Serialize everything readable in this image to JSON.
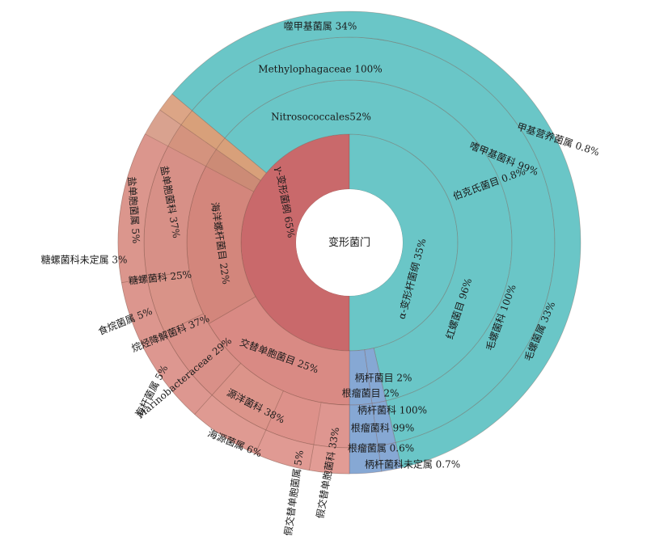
{
  "chart_data": {
    "type": "sunburst",
    "root": {
      "label": "变形菌门"
    },
    "ring1": [
      {
        "label": "γ-变形菌纲 65%",
        "start": 0.0,
        "end": 180.0,
        "color": "#c9696b"
      },
      {
        "label": "α-变形杆菌纲 35%",
        "start": 180.0,
        "end": 360.0,
        "color": "#6ac6c7"
      }
    ],
    "ring2": [
      {
        "label": "Nitrosococcales52%",
        "start": 0.0,
        "end": 125.0,
        "color": "#cc8b76"
      },
      {
        "label": "伯克氏菌目 0.8%",
        "start": 125.0,
        "end": 130.0,
        "color": "#d8a07a"
      },
      {
        "label": "红螺菌目 96%",
        "start": 130.0,
        "end": 347.0,
        "color": "#6ac6c7"
      },
      {
        "label": "柄杆菌目 2%",
        "start": 347.0,
        "end": 352.0,
        "color": "#86a8d4"
      },
      {
        "label": "根瘤菌目 2%",
        "start": 352.0,
        "end": 360.0,
        "color": "#86a8d4"
      },
      {
        "label": "交替单胞菌目 25%",
        "start": 0.0,
        "end": 60.0,
        "color": "#d98a84"
      },
      {
        "label": "海洋螺杆菌目 22%",
        "start": 60.0,
        "end": 118.0,
        "color": "#d3867c"
      }
    ],
    "ring3": [
      {
        "label": "Methylophagaceae 100%",
        "start": 0.0,
        "end": 125.0,
        "color": "#d4937e"
      },
      {
        "label": "嗜甲基菌科 99%",
        "start": 125.0,
        "end": 130.0,
        "color": "#d8a07a"
      },
      {
        "label": "毛螺菌科 100%",
        "start": 130.0,
        "end": 347.0,
        "color": "#6ac6c7"
      },
      {
        "label": "柄杆菌科 100%",
        "start": 347.0,
        "end": 352.0,
        "color": "#86a8d4"
      },
      {
        "label": "根瘤菌科 99%",
        "start": 352.0,
        "end": 360.0,
        "color": "#86a8d4"
      },
      {
        "label": "源洋菌科 38%",
        "start": 0.0,
        "end": 24.0,
        "color": "#dd918a"
      },
      {
        "label": "Marinobacteraceae 29%",
        "start": 24.0,
        "end": 42.0,
        "color": "#dc948a"
      },
      {
        "label": "烷烃降解菌科 37%",
        "start": 42.0,
        "end": 64.0,
        "color": "#d99088"
      },
      {
        "label": "糖螺菌科 25%",
        "start": 64.0,
        "end": 80.0,
        "color": "#d99388"
      },
      {
        "label": "盐单胞菌科 37%",
        "start": 80.0,
        "end": 118.0,
        "color": "#d79087"
      },
      {
        "label": "假交替单胞菌科 33%",
        "start": 0.0,
        "end": 10.0,
        "color": "#de9690"
      }
    ],
    "ring4": [
      {
        "label": "噬甲基菌属 34%",
        "start": 0.0,
        "end": 125.0,
        "color": "#d9a28f"
      },
      {
        "label": "甲基营养菌属 0.8%",
        "start": 125.0,
        "end": 130.0,
        "color": "#dca586"
      },
      {
        "label": "毛螺菌属 33%",
        "start": 130.0,
        "end": 347.0,
        "color": "#6ac6c7"
      },
      {
        "label": "柄杆菌科未定属 0.7%",
        "start": 347.0,
        "end": 352.0,
        "color": "#86a8d4"
      },
      {
        "label": "根瘤菌属 0.6%",
        "start": 352.0,
        "end": 360.0,
        "color": "#86a8d4"
      },
      {
        "label": "假交替单胞菌属 5%",
        "start": 0.0,
        "end": 10.0,
        "color": "#e29c95"
      },
      {
        "label": "海源菌属 6%",
        "start": 10.0,
        "end": 24.0,
        "color": "#e09a93"
      },
      {
        "label": "海杆菌属 5%",
        "start": 24.0,
        "end": 42.0,
        "color": "#df9a92"
      },
      {
        "label": "食烷菌属 5%",
        "start": 42.0,
        "end": 64.0,
        "color": "#dd9790"
      },
      {
        "label": "糖螺菌科未定属 3%",
        "start": 64.0,
        "end": 80.0,
        "color": "#dc968e"
      },
      {
        "label": "盐单胞菌属 5%",
        "start": 80.0,
        "end": 118.0,
        "color": "#db968d"
      }
    ]
  }
}
